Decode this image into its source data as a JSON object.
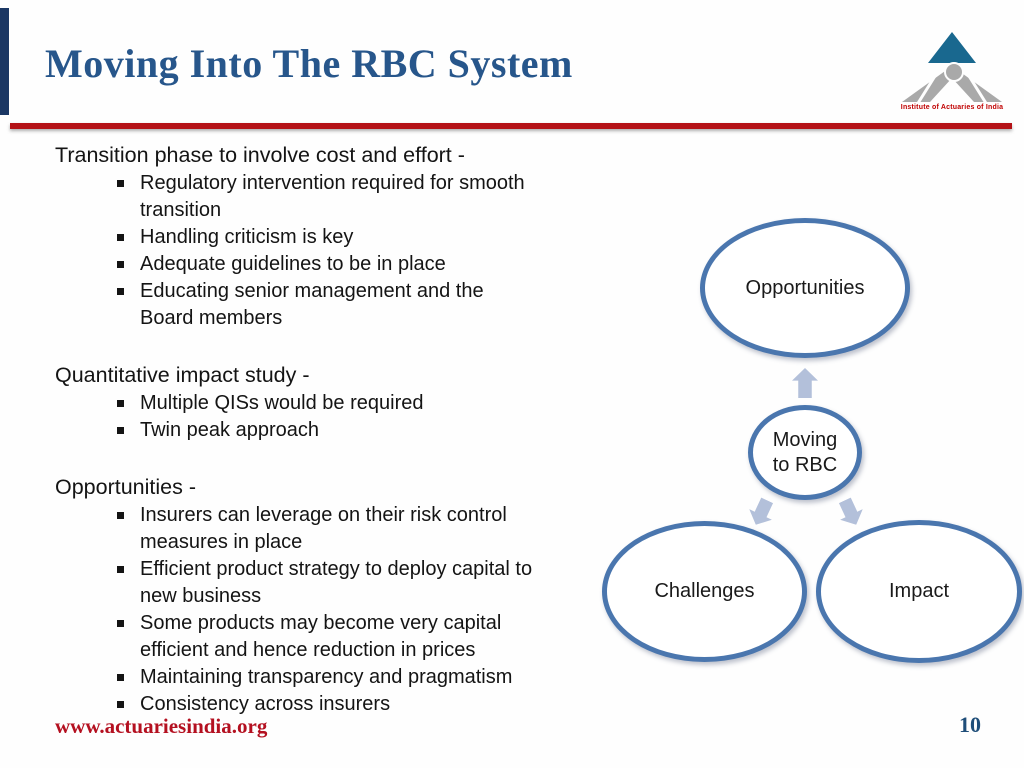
{
  "slide": {
    "title": "Moving Into The RBC System",
    "page_number": "10",
    "footer_url": "www.actuariesindia.org"
  },
  "logo": {
    "caption": "Institute of Actuaries of India"
  },
  "content": {
    "sections": [
      {
        "heading": "Transition phase to involve cost and effort -",
        "bullets": [
          "Regulatory intervention required for smooth\ntransition",
          "Handling criticism is key",
          "Adequate guidelines to be in place",
          "Educating senior management and the\nBoard members"
        ]
      },
      {
        "heading": "Quantitative impact study -",
        "bullets": [
          "Multiple QISs would be required",
          "Twin peak approach"
        ]
      },
      {
        "heading": "Opportunities -",
        "bullets": [
          "Insurers can leverage on their risk control\nmeasures in place",
          "Efficient product strategy to deploy capital to\nnew business",
          "Some products may become very capital\nefficient and hence reduction in prices",
          "Maintaining transparency and pragmatism",
          "Consistency across insurers"
        ]
      }
    ]
  },
  "diagram": {
    "top_label": "Opportunities",
    "center_label": "Moving\nto RBC",
    "bottom_left_label": "Challenges",
    "bottom_right_label": "Impact"
  },
  "colors": {
    "title_blue": "#27568b",
    "red_line": "#b41217",
    "ellipse_border": "#4a76ae",
    "arrow_fill": "#b3c0da",
    "footer_red": "#b41020",
    "page_number_blue": "#1f4e79",
    "logo_triangle_blue": "#19688f",
    "logo_gray": "#a9a9a9",
    "accent_bar_navy": "#1b3764"
  }
}
